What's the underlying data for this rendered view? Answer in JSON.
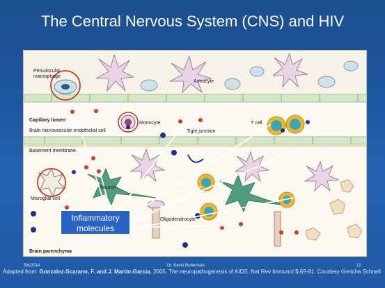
{
  "slide": {
    "title": "The Central Nervous System (CNS) and HIV",
    "date": "5/6/2014",
    "presenter": "Dr. Kevin Robertson",
    "page_number": "12"
  },
  "figure": {
    "labels": {
      "perivascular_macrophage": "Perivascular macrophage",
      "astrocyte": "Astrocyte",
      "capillary_lumen": "Capillary lumen",
      "endothelial_cell": "Brain microvascular endothelial cell",
      "monocyte": "Monocyte",
      "tight_junction": "Tight junction",
      "t_cell": "T cell",
      "basement_membrane": "Basement membrane",
      "neuron": "Neuron",
      "microglial_cell": "Microglial cell",
      "oligodendrocyte": "Oligodendrocyte",
      "brain_parenchyma": "Brain parenchyma"
    },
    "callout": {
      "line1": "Inflammatory",
      "line2": "molecules"
    }
  },
  "citation": {
    "prefix": "Adapted from: ",
    "authors": "Gonzalez-Scarano, F. and J. Martin-Garcia.",
    "text": " 2005. The neuropathogenesis of AIDS. Nat Rev Immunol ",
    "volume": "5",
    "pages": ":69-81.  Courtesy Gretcha Schnell"
  },
  "colors": {
    "background": "#1e57a0",
    "callout_fill": "#2a63c4",
    "highlight_circle": "#c0392b",
    "virus": "#1f2f8c",
    "inflammatory_molecule": "#d83a1e",
    "endothelium": "#d6e7c9",
    "astrocyte": "#e9d4e6",
    "neuron": "#4f9e7e",
    "t_cell": "#f0b72c"
  }
}
